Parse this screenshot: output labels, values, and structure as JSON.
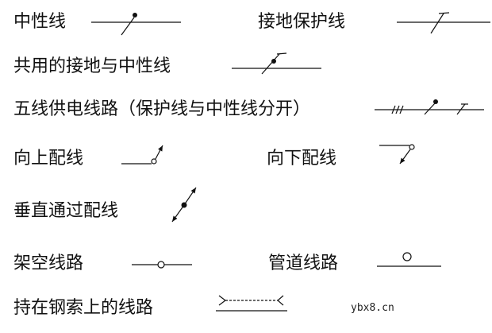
{
  "symbols": [
    {
      "label": "中性线",
      "symbol": "neutral-line"
    },
    {
      "label": "接地保护线",
      "symbol": "protective-earth-line"
    },
    {
      "label": "共用的接地与中性线",
      "symbol": "combined-earth-neutral-line"
    },
    {
      "label": "五线供电线路（保护线与中性线分开）",
      "symbol": "five-wire-supply-line"
    },
    {
      "label": "向上配线",
      "symbol": "wiring-upward"
    },
    {
      "label": "向下配线",
      "symbol": "wiring-downward"
    },
    {
      "label": "垂直通过配线",
      "symbol": "wiring-vertical-through"
    },
    {
      "label": "架空线路",
      "symbol": "overhead-line"
    },
    {
      "label": "管道线路",
      "symbol": "conduit-line"
    },
    {
      "label": "持在钢索上的线路",
      "symbol": "line-on-steel-cable"
    }
  ],
  "watermark": "ybx8.cn"
}
